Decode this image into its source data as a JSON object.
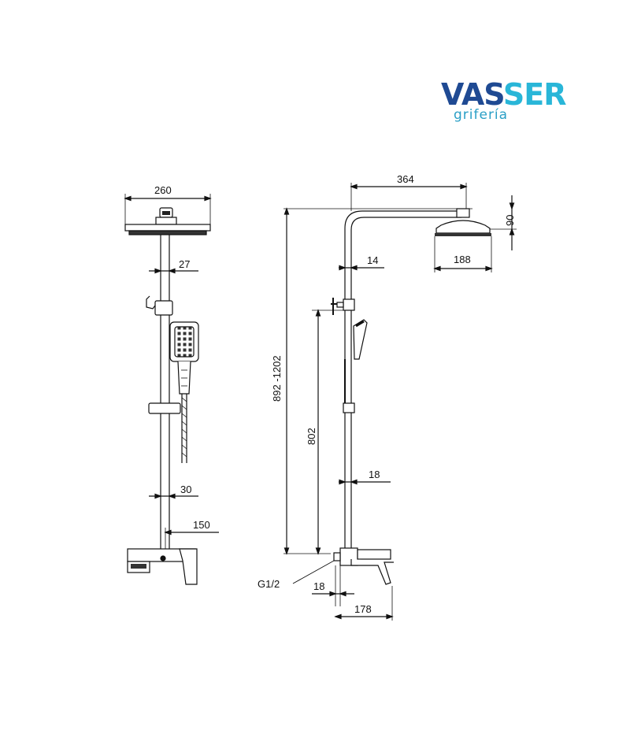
{
  "brand": {
    "name_part1": "VAS",
    "name_part2": "SER",
    "subtitle": "grifería",
    "color_primary": "#1f4a93",
    "color_accent": "#29b6d8"
  },
  "front_view": {
    "dim_head_width": "260",
    "dim_pipe_top": "27",
    "dim_pipe_bottom": "30",
    "dim_mixer": "150"
  },
  "side_view": {
    "dim_arm_reach": "364",
    "dim_head_height": "90",
    "dim_arm_pipe": "14",
    "dim_head_depth": "188",
    "dim_total_height": "892 -1202",
    "dim_bar_height": "802",
    "dim_bar_pipe": "18",
    "dim_inlet_offset": "18",
    "dim_mixer_depth": "178",
    "thread_label": "G1/2"
  }
}
